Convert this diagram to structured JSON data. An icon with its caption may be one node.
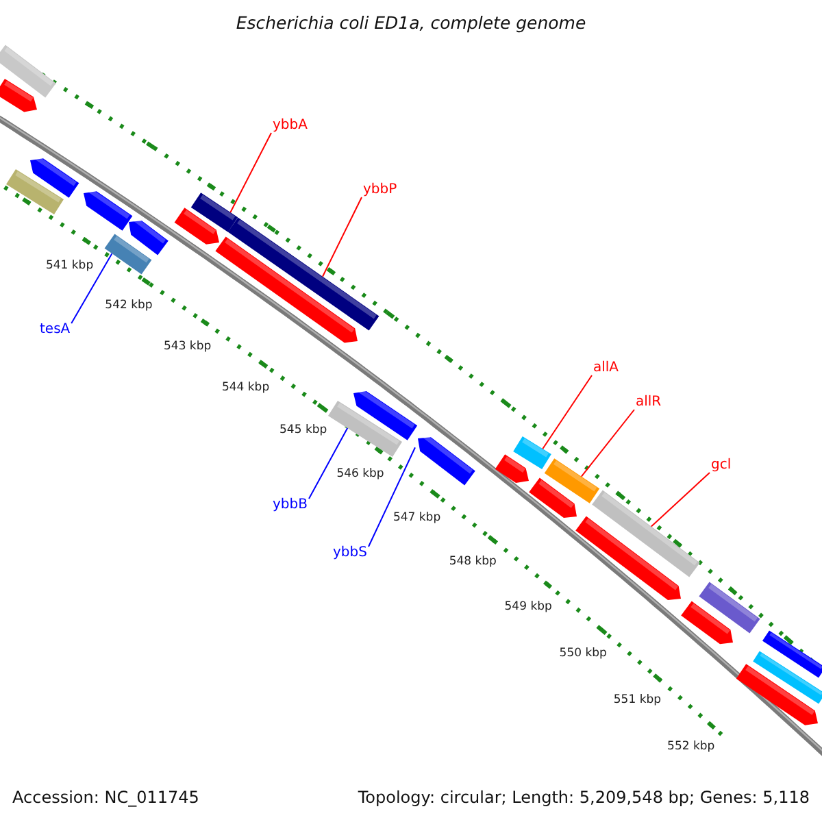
{
  "diagram": {
    "title": "Escherichia coli ED1a, complete genome",
    "nodes": [
      {
        "text": [
          "ybbA"
        ]
      },
      {
        "text": [],
        "shape": "bar"
      },
      {
        "text": [
          "ybbP"
        ]
      },
      {
        "text": [],
        "shape": "bar"
      },
      {
        "text": [
          "tesA"
        ]
      },
      {
        "text": [],
        "shape": "bar"
      },
      {
        "text": [
          "ybbB"
        ]
      },
      {
        "text": [],
        "shape": "bar"
      },
      {
        "text": [
          "ybbS"
        ]
      },
      {
        "text": [],
        "shape": "pentagon"
      },
      {
        "text": [
          "allA"
        ]
      },
      {
        "text": [],
        "shape": "bar"
      },
      {
        "text": [
          "allR"
        ]
      },
      {
        "text": [],
        "shape": "bar"
      },
      {
        "text": [
          "gcl"
        ]
      },
      {
        "text": [],
        "shape": "bar"
      },
      {
        "text": [],
        "shape": "bar"
      },
      {
        "text": [],
        "shape": "pentagon"
      },
      {
        "text": [],
        "shape": "pentagon"
      },
      {
        "text": [],
        "shape": "bar"
      },
      {
        "text": [],
        "shape": "pentagon"
      },
      {
        "text": [],
        "shape": "pentagon"
      },
      {
        "text": [],
        "shape": "pentagon"
      },
      {
        "text": [],
        "shape": "pentagon"
      },
      {
        "text": [],
        "shape": "pentagon"
      },
      {
        "text": [],
        "shape": "pentagon"
      },
      {
        "text": [],
        "shape": "pentagon"
      },
      {
        "text": [],
        "shape": "pentagon"
      },
      {
        "text": [],
        "shape": "pentagon"
      },
      {
        "text": [],
        "shape": "bar"
      },
      {
        "text": [],
        "shape": "pentagon"
      },
      {
        "text": [],
        "shape": "bar"
      },
      {
        "text": [],
        "shape": "bar"
      }
    ],
    "edges": [
      {
        "from": 0,
        "to": 1,
        "arrow": "none"
      },
      {
        "from": 2,
        "to": 3,
        "arrow": "none"
      },
      {
        "from": 4,
        "to": 5,
        "arrow": "none",
        "color": "#0000ff"
      },
      {
        "from": 6,
        "to": 7,
        "arrow": "none",
        "color": "#0000ff"
      },
      {
        "from": 8,
        "to": 9,
        "arrow": "none",
        "color": "#0000ff"
      },
      {
        "from": 10,
        "to": 11,
        "arrow": "none"
      },
      {
        "from": 12,
        "to": 13,
        "arrow": "none"
      },
      {
        "from": 14,
        "to": 15,
        "arrow": "none"
      }
    ],
    "labels": [
      "541 kbp",
      "542 kbp",
      "543 kbp",
      "544 kbp",
      "545 kbp",
      "546 kbp",
      "547 kbp",
      "548 kbp",
      "549 kbp",
      "550 kbp",
      "551 kbp",
      "552 kbp",
      "Accession: NC_011745",
      "Topology: circular; Length: 5,209,548 bp; Genes: 5,118"
    ]
  }
}
